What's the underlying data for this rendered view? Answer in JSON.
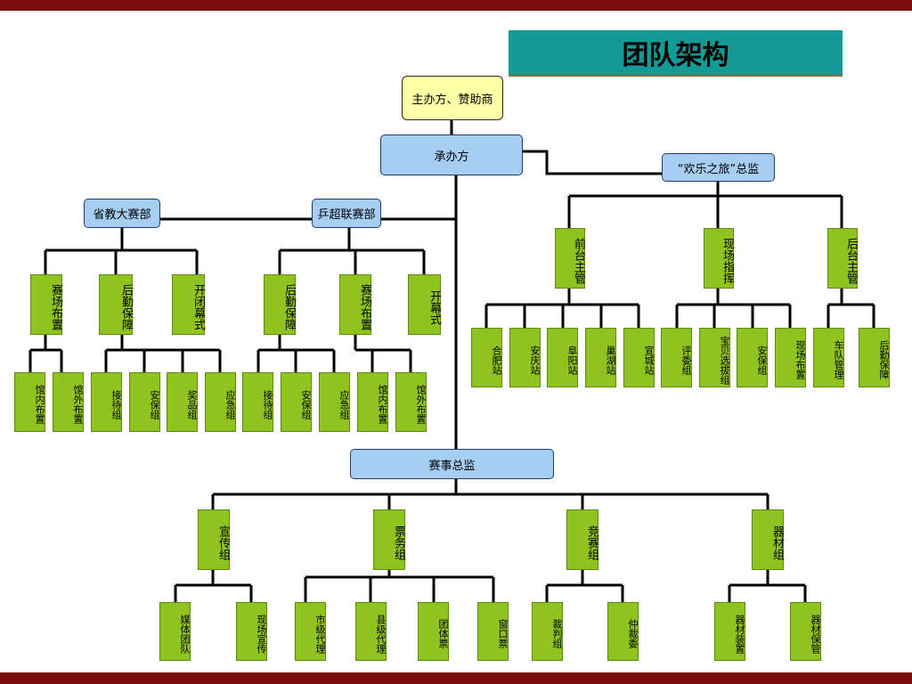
{
  "title": "团队架构",
  "colors": {
    "border_bar": "#7b0c0c",
    "title_bg": "#149a96",
    "blue_node": "#a6cdf2",
    "yellow_node": "#ffffa8",
    "green_node": "#8fc31f"
  },
  "nodes": {
    "host_sponsor": "主办方、赞助商",
    "organizer": "承办方",
    "tour_director": "“欢乐之旅”总监",
    "province_dept": "省教大赛部",
    "pingpong_dept": "乒超联赛部",
    "event_director": "赛事总监",
    "pd_venue": "赛场布置",
    "pd_logistics": "后勤保障",
    "pd_ceremony": "开闭幕式",
    "pp_logistics": "后勤保障",
    "pp_venue": "赛场布置",
    "pp_opening": "开幕式",
    "pd_inside": "馆内布置",
    "pd_outside": "馆外布置",
    "pd_reception": "接待组",
    "pd_security": "安保组",
    "pd_prize": "奖品组",
    "pd_emergency": "应急组",
    "pp_reception": "接待组",
    "pp_security": "安保组",
    "pp_emergency": "应急组",
    "pp_inside": "馆内布置",
    "pp_outside": "馆外布置",
    "front_mgr": "前台主管",
    "field_cmd": "现场指挥",
    "back_mgr": "后台主管",
    "st_hefei": "合肥站",
    "st_anqing": "安庆站",
    "st_fuyang": "阜阳站",
    "st_chaohu": "巢湖站",
    "st_xuancheng": "宣城站",
    "judges": "评委组",
    "talent": "宝贝选拔组",
    "fc_security": "安保组",
    "fc_setup": "现场布置",
    "fleet": "车队管理",
    "bm_logistics": "后勤保障",
    "publicity": "宣传组",
    "ticketing": "票务组",
    "competition": "竞赛组",
    "equipment": "器材组",
    "media": "媒体团队",
    "onsite_pr": "现场宣传",
    "city_agent": "市级代理",
    "county_agent": "县级代理",
    "group_ticket": "团体票",
    "window_ticket": "窗口票",
    "referee": "裁判组",
    "arbitration": "仲裁委",
    "eq_setup": "器材装置",
    "eq_storage": "器材保管"
  }
}
